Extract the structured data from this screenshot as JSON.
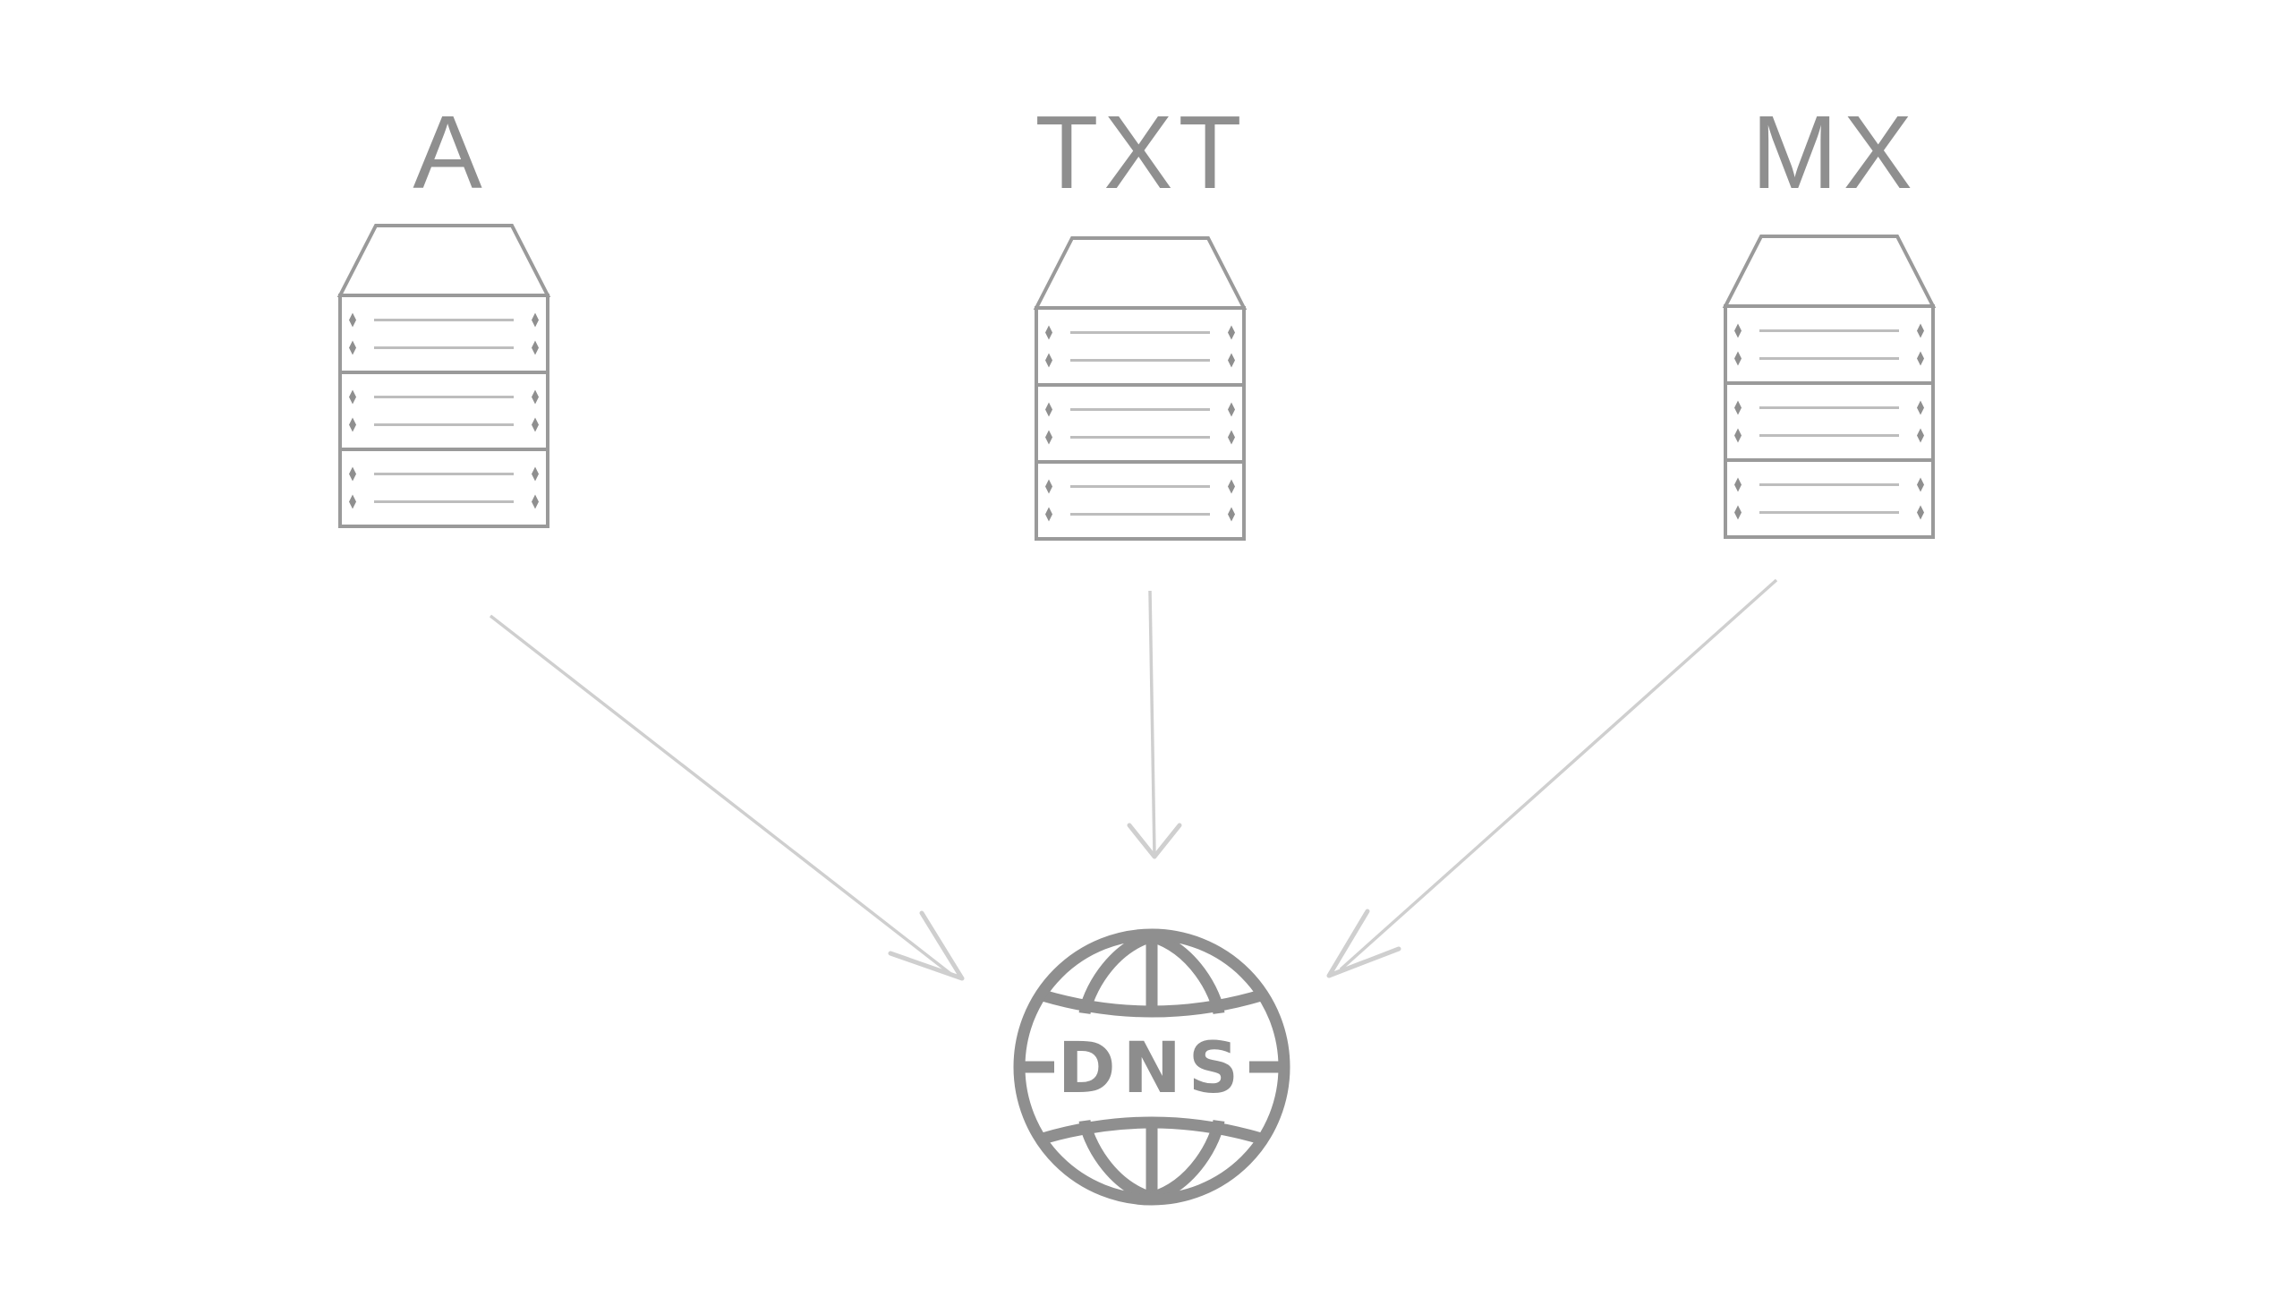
{
  "records": [
    {
      "label": "A"
    },
    {
      "label": "TXT"
    },
    {
      "label": "MX"
    }
  ],
  "globe": {
    "label": "DNS"
  }
}
